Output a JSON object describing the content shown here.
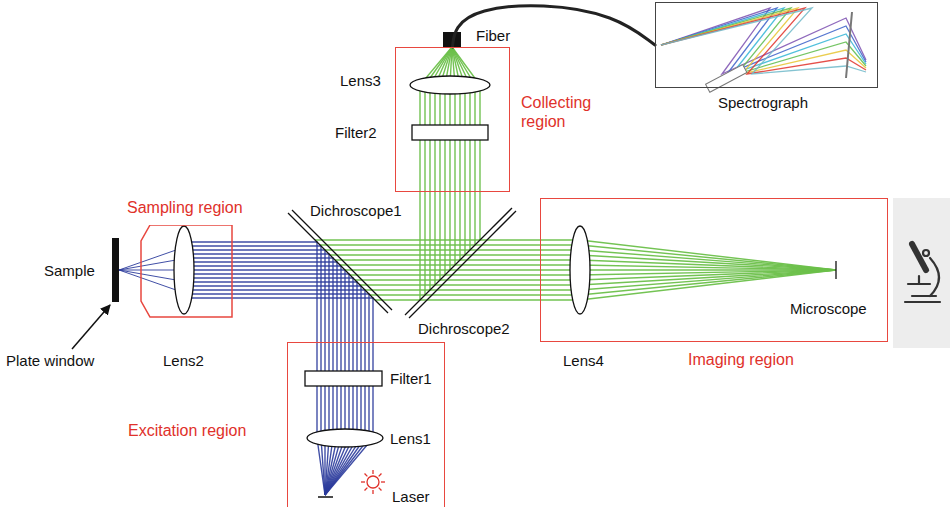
{
  "diagram": {
    "nodes": [
      {
        "text": [
          "Collecting region"
        ]
      },
      {
        "text": [
          "Sampling region"
        ]
      },
      {
        "text": [
          "Imaging region"
        ]
      },
      {
        "text": [
          "Excitation region"
        ]
      },
      {
        "text": [
          "Spectrograph"
        ]
      }
    ],
    "edges": [
      {
        "from": 0,
        "to": 4,
        "arrow": "none"
      }
    ],
    "labels": [
      "Fiber",
      "Lens3",
      "Filter2",
      "Dichroscope1",
      "Sample",
      "Lens2",
      "Plate window",
      "Dichroscope2",
      "Lens4",
      "Microscope",
      "Filter1",
      "Lens1",
      "Laser"
    ]
  }
}
